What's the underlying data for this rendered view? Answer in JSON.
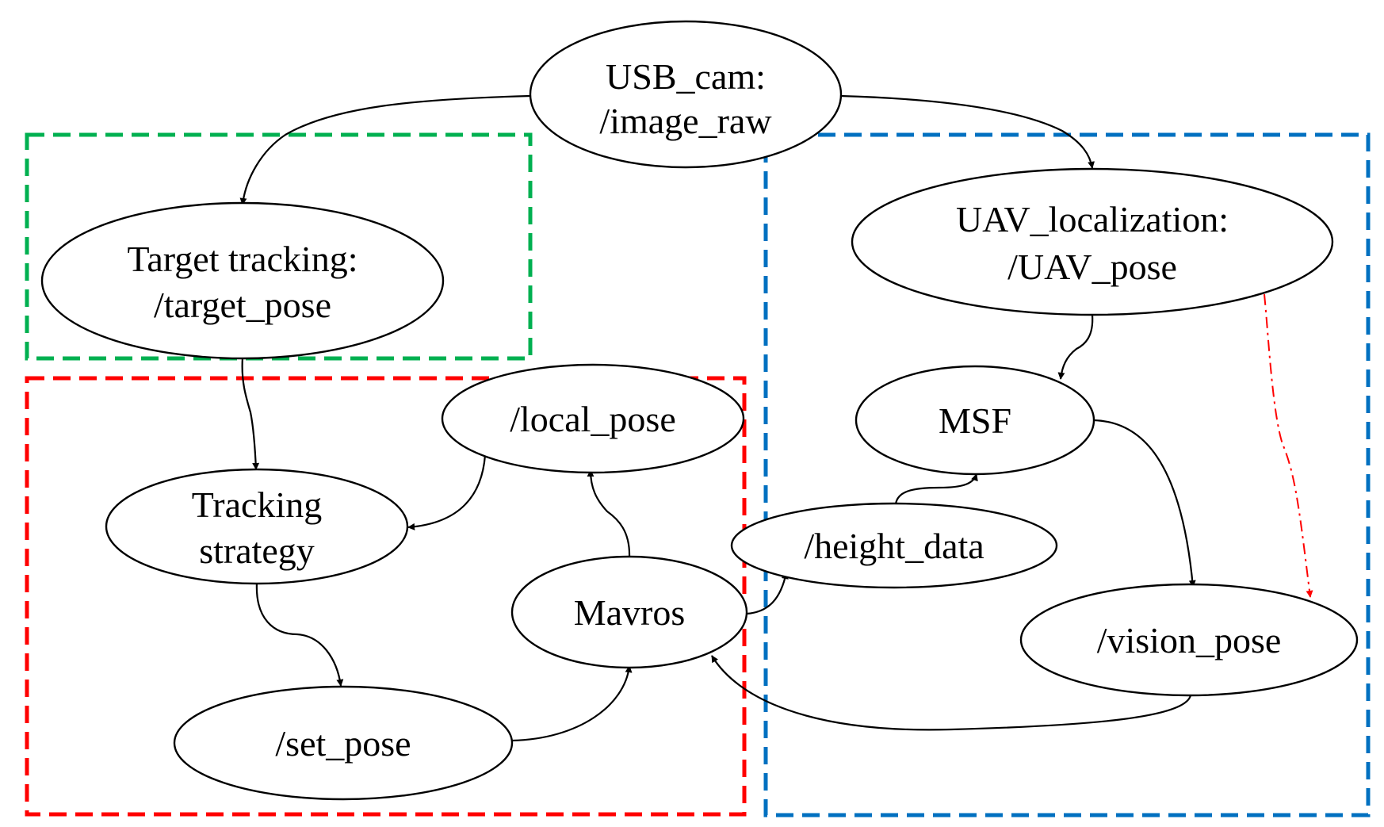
{
  "colors": {
    "green_group": "#00b050",
    "red_group": "#ff0000",
    "blue_group": "#0070c0",
    "node_stroke": "#000000",
    "edge": "#000000",
    "edge_dashdot": "#ff0000"
  },
  "nodes": {
    "usb_cam": {
      "line1": "USB_cam:",
      "line2": "/image_raw"
    },
    "target_tracking": {
      "line1": "Target tracking:",
      "line2": "/target_pose"
    },
    "uav_localization": {
      "line1": "UAV_localization:",
      "line2": "/UAV_pose"
    },
    "local_pose": {
      "label": "/local_pose"
    },
    "msf": {
      "label": "MSF"
    },
    "tracking_strategy": {
      "line1": "Tracking",
      "line2": "strategy"
    },
    "height_data": {
      "label": "/height_data"
    },
    "mavros": {
      "label": "Mavros"
    },
    "vision_pose": {
      "label": "/vision_pose"
    },
    "set_pose": {
      "label": "/set_pose"
    }
  },
  "edges": [
    {
      "from": "usb_cam",
      "to": "target_tracking",
      "style": "solid"
    },
    {
      "from": "usb_cam",
      "to": "uav_localization",
      "style": "solid"
    },
    {
      "from": "target_tracking",
      "to": "tracking_strategy",
      "style": "solid"
    },
    {
      "from": "local_pose",
      "to": "tracking_strategy",
      "style": "solid"
    },
    {
      "from": "tracking_strategy",
      "to": "set_pose",
      "style": "solid"
    },
    {
      "from": "set_pose",
      "to": "mavros",
      "style": "solid"
    },
    {
      "from": "mavros",
      "to": "local_pose",
      "style": "solid"
    },
    {
      "from": "mavros",
      "to": "height_data",
      "style": "solid"
    },
    {
      "from": "height_data",
      "to": "msf",
      "style": "solid"
    },
    {
      "from": "uav_localization",
      "to": "msf",
      "style": "solid"
    },
    {
      "from": "msf",
      "to": "vision_pose",
      "style": "solid"
    },
    {
      "from": "vision_pose",
      "to": "mavros",
      "style": "solid"
    },
    {
      "from": "uav_localization",
      "to": "vision_pose",
      "style": "dash-dot"
    }
  ]
}
